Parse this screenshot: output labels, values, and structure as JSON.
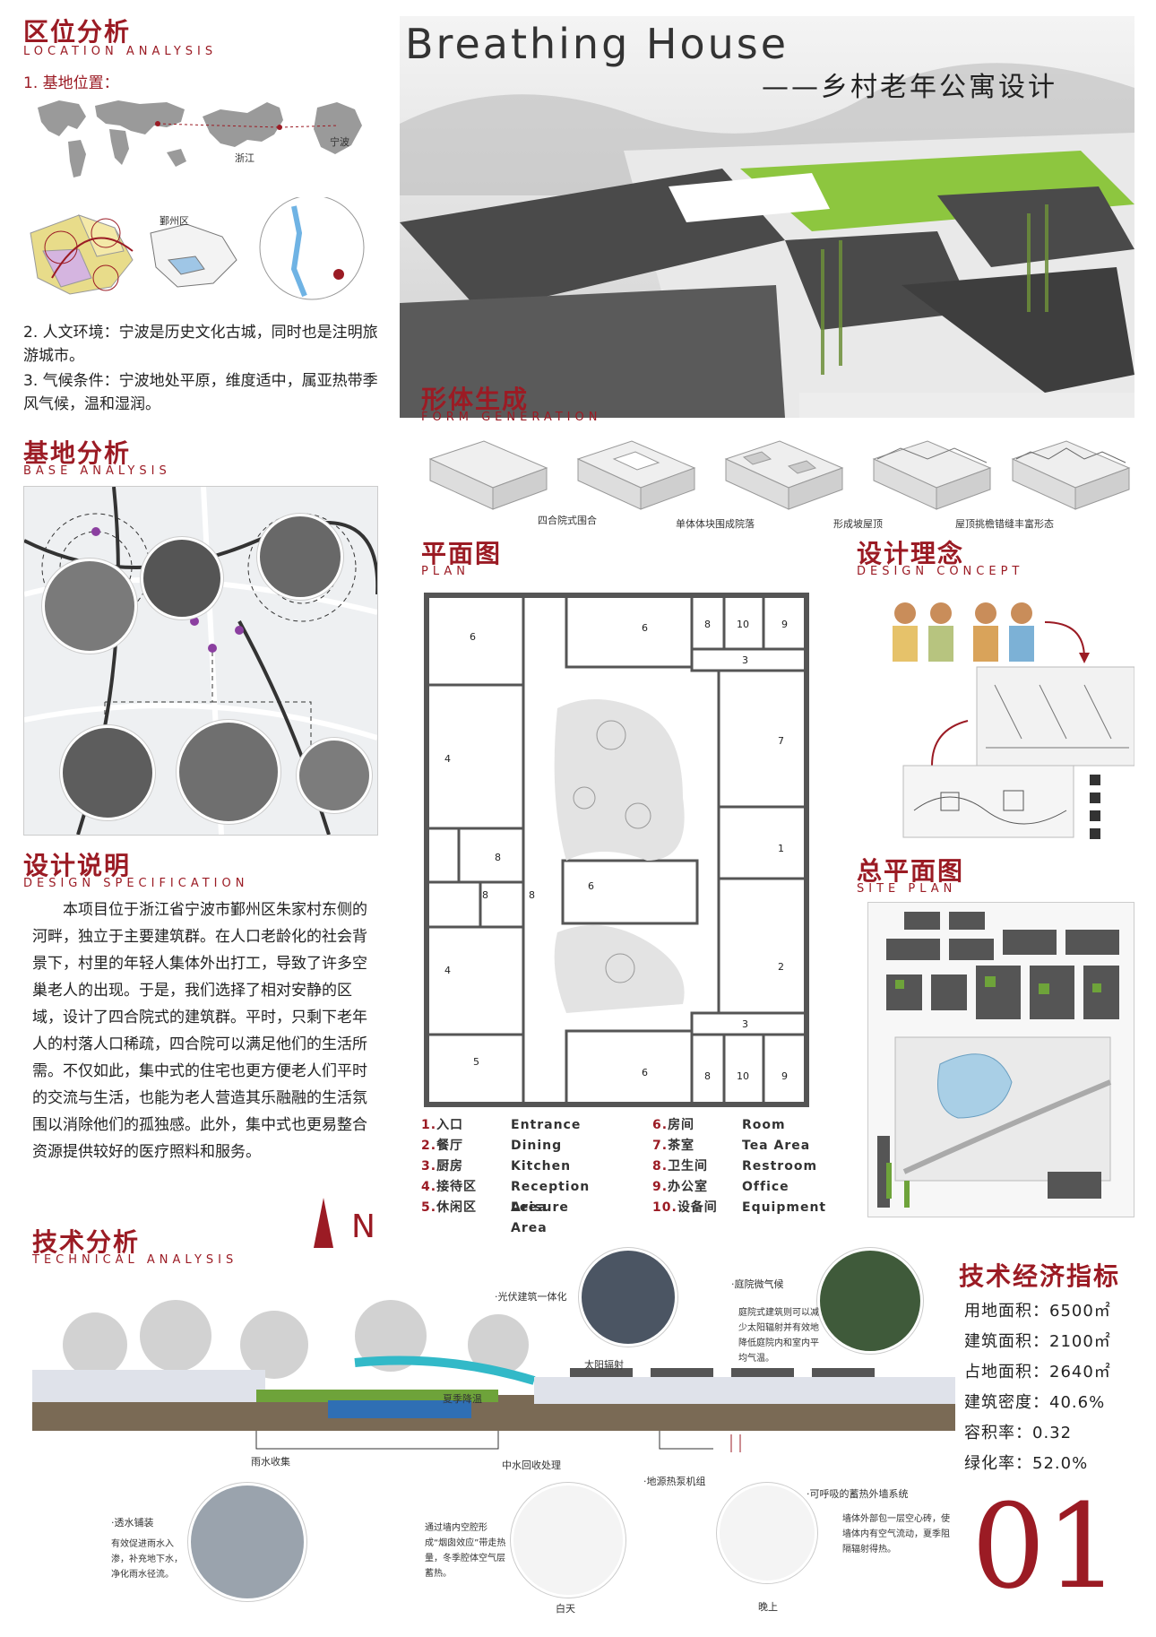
{
  "colors": {
    "accent": "#9b1b24",
    "roof": "#4a4a4a",
    "grass": "#8dc63f",
    "water": "#2f6fb4"
  },
  "location": {
    "title_cn": "区位分析",
    "title_en": "LOCATION ANALYSIS",
    "item1": "1. 基地位置：",
    "map_labels": {
      "zhejiang": "浙江",
      "ningbo": "宁波",
      "yinzhou": "鄞州区"
    },
    "item2": "2. 人文环境：宁波是历史文化古城，同时也是注明旅游城市。",
    "item3": "3. 气候条件：宁波地处平原，维度适中，属亚热带季风气候，温和湿润。"
  },
  "hero": {
    "title": "Breathing House",
    "subtitle": "——乡村老年公寓设计"
  },
  "form": {
    "title_cn": "形体生成",
    "title_en": "FORM GENERATION",
    "steps": [
      "四合院式围合",
      "单体体块围成院落",
      "形成坡屋顶",
      "屋顶挑檐错缝丰富形态"
    ]
  },
  "base": {
    "title_cn": "基地分析",
    "title_en": "BASE ANALYSIS"
  },
  "plan": {
    "title_cn": "平面图",
    "title_en": "PLAN",
    "legend": [
      {
        "num": "1.",
        "cn": "入口",
        "en": "Entrance"
      },
      {
        "num": "2.",
        "cn": "餐厅",
        "en": "Dining"
      },
      {
        "num": "3.",
        "cn": "厨房",
        "en": "Kitchen"
      },
      {
        "num": "4.",
        "cn": "接待区",
        "en": "Reception Area"
      },
      {
        "num": "5.",
        "cn": "休闲区",
        "en": "Leisure Area"
      },
      {
        "num": "6.",
        "cn": "房间",
        "en": "Room"
      },
      {
        "num": "7.",
        "cn": "茶室",
        "en": "Tea Area"
      },
      {
        "num": "8.",
        "cn": "卫生间",
        "en": "Restroom"
      },
      {
        "num": "9.",
        "cn": "办公室",
        "en": "Office"
      },
      {
        "num": "10.",
        "cn": "设备间",
        "en": "Equipment"
      }
    ],
    "room_labels": [
      "6",
      "6",
      "8",
      "10",
      "9",
      "3",
      "4",
      "7",
      "8",
      "1",
      "8",
      "8",
      "6",
      "4",
      "2",
      "5",
      "3",
      "6",
      "8",
      "10",
      "9"
    ]
  },
  "concept": {
    "title_cn": "设计理念",
    "title_en": "DESIGN CONCEPT"
  },
  "site": {
    "title_cn": "总平面图",
    "title_en": "SITE PLAN"
  },
  "spec": {
    "title_cn": "设计说明",
    "title_en": "DESIGN SPECIFICATION",
    "text": "本项目位于浙江省宁波市鄞州区朱家村东侧的河畔，独立于主要建筑群。在人口老龄化的社会背景下，村里的年轻人集体外出打工，导致了许多空巢老人的出现。于是，我们选择了相对安静的区域，设计了四合院式的建筑群。平时，只剩下老年人的村落人口稀疏，四合院可以满足他们的生活所需。不仅如此，集中式的住宅也更方便老人们平时的交流与生活，也能为老人营造其乐融融的生活氛围以消除他们的孤独感。此外，集中式也更易整合资源提供较好的医疗照料和服务。"
  },
  "north": "N",
  "tech": {
    "title_cn": "技术分析",
    "title_en": "TECHNICAL ANALYSIS",
    "labels": {
      "pv": "·光伏建筑一体化",
      "courtyard": "·庭院微气候",
      "courtyard_note": "庭院式建筑则可以减少太阳辐射并有效地降低庭院内和室内平均气温。",
      "solar": "太阳辐射",
      "cool": "夏季降温",
      "rain": "雨水收集",
      "reuse": "中水回收处理",
      "geo": "·地源热泵机组",
      "wall": "·可呼吸的蓄热外墙系统",
      "wall_note": "墙体外部包一层空心砖，使墙体内有空气流动，夏季阻隔辐射得热。",
      "pave": "·透水铺装",
      "pave_note": "有效促进雨水入渗，补充地下水，净化雨水径流。",
      "chimney_note": "通过墙内空腔形成“烟囱效应”带走热量，冬季腔体空气层蓄热。",
      "day": "白天",
      "night": "晚上"
    }
  },
  "indices": {
    "title": "技术经济指标",
    "rows": [
      {
        "label": "用地面积：",
        "value": "6500㎡"
      },
      {
        "label": "建筑面积：",
        "value": "2100㎡"
      },
      {
        "label": "占地面积：",
        "value": "2640㎡"
      },
      {
        "label": "建筑密度：",
        "value": "40.6%"
      },
      {
        "label": "容积率：",
        "value": "0.32"
      },
      {
        "label": "绿化率：",
        "value": "52.0%"
      }
    ]
  },
  "sheet_number": "01"
}
